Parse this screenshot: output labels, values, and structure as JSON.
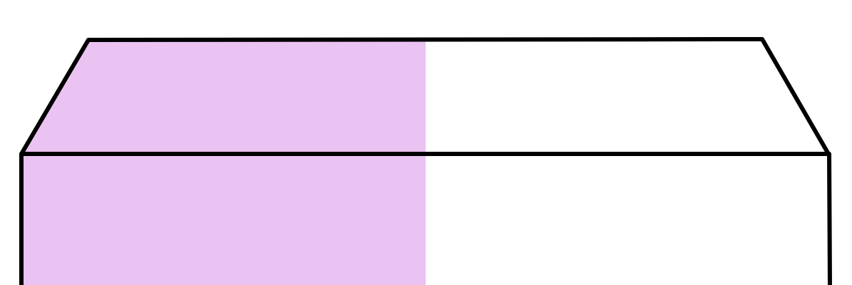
{
  "figure": {
    "shape": "rectangular box (prism) drawn in oblique view, cropped at the bottom",
    "shaded_fraction": 0.5,
    "shaded_side": "left",
    "colors": {
      "shade": "#ebc3f2",
      "outline": "#000000",
      "background": "#ffffff"
    }
  }
}
